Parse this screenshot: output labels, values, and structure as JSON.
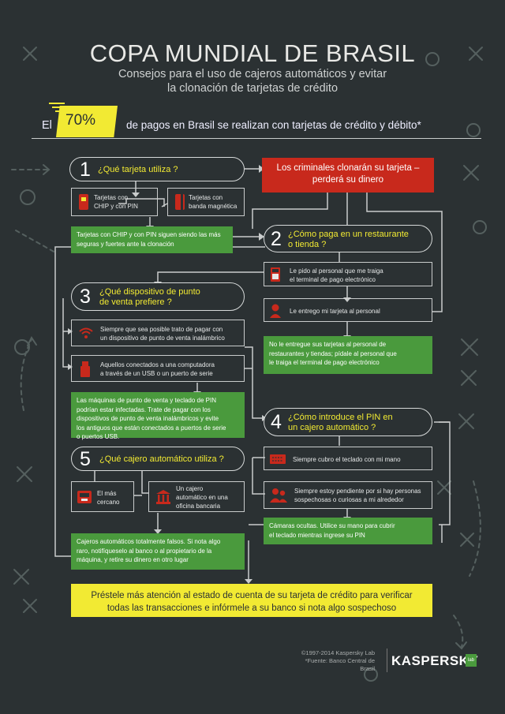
{
  "header": {
    "title": "COPA MUNDIAL DE BRASIL",
    "subtitle_line1": "Consejos para el uso de cajeros automáticos y evitar",
    "subtitle_line2": "la clonación de tarjetas de crédito"
  },
  "stat": {
    "prefix": "El",
    "percent": "70%",
    "text": "de pagos en Brasil se realizan con tarjetas de crédito y débito*"
  },
  "warning": {
    "line1": "Los criminales clonarán su tarjeta –",
    "line2": "perderá su dinero"
  },
  "q1": {
    "number": "1",
    "question": "¿Qué tarjeta utiliza ?",
    "option_a_line1": "Tarjetas con",
    "option_a_line2": "CHIP y con PIN",
    "option_b_line1": "Tarjetas con",
    "option_b_line2": "banda magnética",
    "advice_line1": "Tarjetas con CHIP y con PIN siguen siendo las más",
    "advice_line2": "seguras y fuertes ante la clonación"
  },
  "q2": {
    "number": "2",
    "question_line1": "¿Cómo paga en un restaurante",
    "question_line2": "o tienda ?",
    "option_a_line1": "Le pido al personal que me traiga",
    "option_a_line2": "el terminal de pago electrónico",
    "option_b": "Le entrego mi tarjeta al personal",
    "advice_line1": "No le entregue sus tarjetas al personal de",
    "advice_line2": "restaurantes y tiendas; pídale al personal que",
    "advice_line3": "le traiga el terminal de pago electrónico"
  },
  "q3": {
    "number": "3",
    "question_line1": "¿Qué dispositivo de punto",
    "question_line2": "de venta prefiere ?",
    "option_a_line1": "Siempre que sea posible trato de pagar con",
    "option_a_line2": "un dispositivo de punto de venta inalámbrico",
    "option_b_line1": "Aquellos conectados a una computadora",
    "option_b_line2": "a través de un USB o un puerto de serie",
    "advice_line1": "Las máquinas de punto de venta y teclado de PIN",
    "advice_line2": "podrían estar infectadas. Trate de pagar con los",
    "advice_line3": "dispositivos de punto de venta inalámbricos y evite",
    "advice_line4": "los antiguos que están conectados a puertos de serie",
    "advice_line5": "o puertos USB."
  },
  "q4": {
    "number": "4",
    "question_line1": "¿Cómo introduce el PIN en",
    "question_line2": "un cajero automático ?",
    "option_a": "Siempre cubro el teclado con mi mano",
    "option_b_line1": "Siempre estoy pendiente por si hay personas",
    "option_b_line2": "sospechosas o curiosas a mi alrededor",
    "advice_line1": "Cámaras ocultas. Utilice su mano para cubrir",
    "advice_line2": "el teclado mientras ingrese su PIN"
  },
  "q5": {
    "number": "5",
    "question": "¿Qué cajero automático utiliza ?",
    "option_a_line1": "El más",
    "option_a_line2": "cercano",
    "option_b_line1": "Un cajero",
    "option_b_line2": "automático en una",
    "option_b_line3": "oficina bancaria",
    "advice_line1": "Cajeros automáticos totalmente falsos. Si nota algo",
    "advice_line2": "raro, notifíqueselo al banco o al propietario de la",
    "advice_line3": "máquina, y retire su dinero en otro lugar"
  },
  "final": {
    "line1": "Préstele más atención al estado de cuenta de su tarjeta de crédito para verificar",
    "line2": "todas las transacciones e infórmele a su banco si nota algo sospechoso"
  },
  "footer": {
    "copyright": "©1997-2014 Kaspersky Lab",
    "source": "*Fuente: Banco Central de Brasil",
    "logo": "KASPERSKY",
    "logo_suffix": "lab"
  },
  "colors": {
    "background": "#2b3133",
    "question_yellow": "#f2ea33",
    "advice_green": "#4a9a3d",
    "warning_red": "#c8291c",
    "lines": "#c9cccc"
  },
  "icons": [
    "card-chip-icon",
    "card-magnetic-icon",
    "pos-terminal-icon",
    "person-icon",
    "wifi-icon",
    "usb-icon",
    "keyboard-icon",
    "people-icon",
    "atm-icon",
    "bank-icon"
  ]
}
